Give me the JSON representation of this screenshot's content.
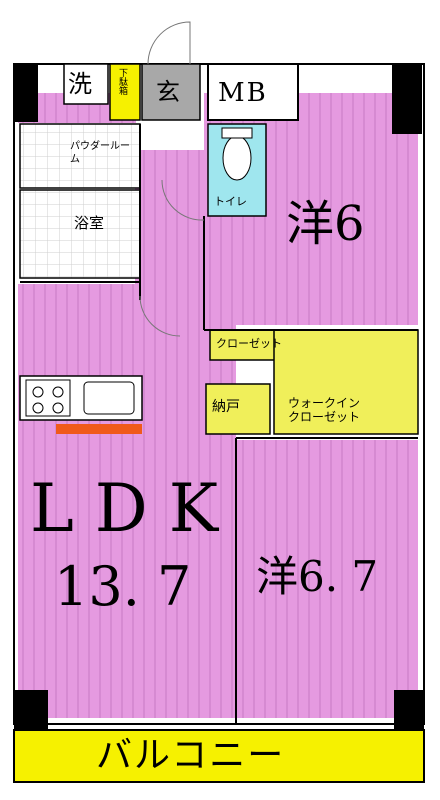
{
  "rooms": {
    "laundry": "洗",
    "shoe_box": "下駄箱",
    "entrance": "玄",
    "mb": "MB",
    "powder": "パウダールーム",
    "bath": "浴室",
    "toilet": "トイレ",
    "western1": "洋6",
    "closet": "クローゼット",
    "storage": "納戸",
    "walkin": "ウォークイン\nクローゼット",
    "ldk": "L D K",
    "ldk_size": "13. 7",
    "western2": "洋6. 7",
    "balcony": "バルコニー"
  },
  "colors": {
    "room_fill": "#e59ae0",
    "stripe": "#d07fcc",
    "closet_fill": "#f0ef5a",
    "balcony_fill": "#f6f100",
    "toilet_fill": "#9fe6ee",
    "entrance_fill": "#a8a8a8",
    "kitchen_accent": "#f05a1a",
    "wall": "#000000"
  }
}
